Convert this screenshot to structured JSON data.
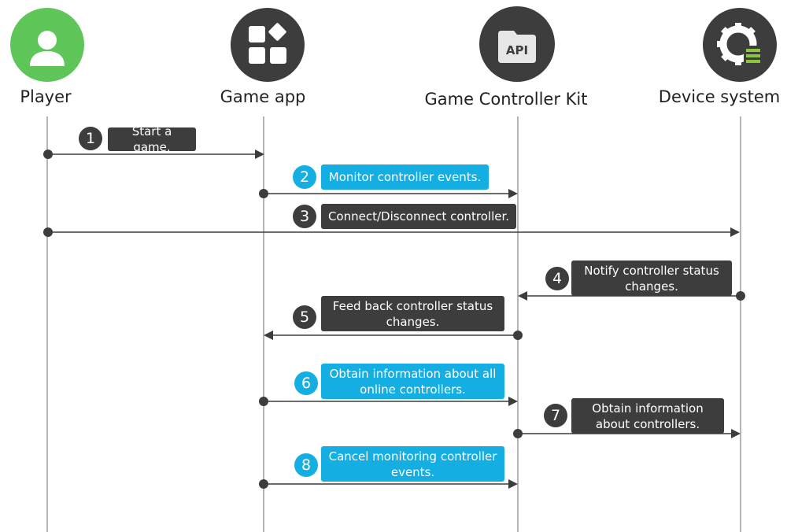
{
  "actors": [
    {
      "label": "Player",
      "icon": "person-icon",
      "color": "#5ec558"
    },
    {
      "label": "Game app",
      "icon": "apps-grid-icon",
      "color": "#3d3d3d"
    },
    {
      "label": "Game Controller Kit",
      "icon": "api-folder-icon",
      "color": "#3d3d3d",
      "icon_text": "API"
    },
    {
      "label": "Device system",
      "icon": "gear-list-icon",
      "color": "#3d3d3d"
    }
  ],
  "steps": [
    {
      "num": "1",
      "text": "Start a game.",
      "style": "dark"
    },
    {
      "num": "2",
      "text": "Monitor controller events.",
      "style": "blue"
    },
    {
      "num": "3",
      "text": "Connect/Disconnect controller.",
      "style": "dark"
    },
    {
      "num": "4",
      "text": "Notify controller status changes.",
      "style": "dark"
    },
    {
      "num": "5",
      "text": "Feed back controller status changes.",
      "style": "dark"
    },
    {
      "num": "6",
      "text": "Obtain information about all online controllers.",
      "style": "blue"
    },
    {
      "num": "7",
      "text": "Obtain information about controllers.",
      "style": "dark"
    },
    {
      "num": "8",
      "text": "Cancel monitoring controller events.",
      "style": "blue"
    }
  ],
  "colors": {
    "dark": "#3d3d3d",
    "blue": "#14aee3",
    "green": "#5ec558",
    "line": "#b5b5b5"
  }
}
